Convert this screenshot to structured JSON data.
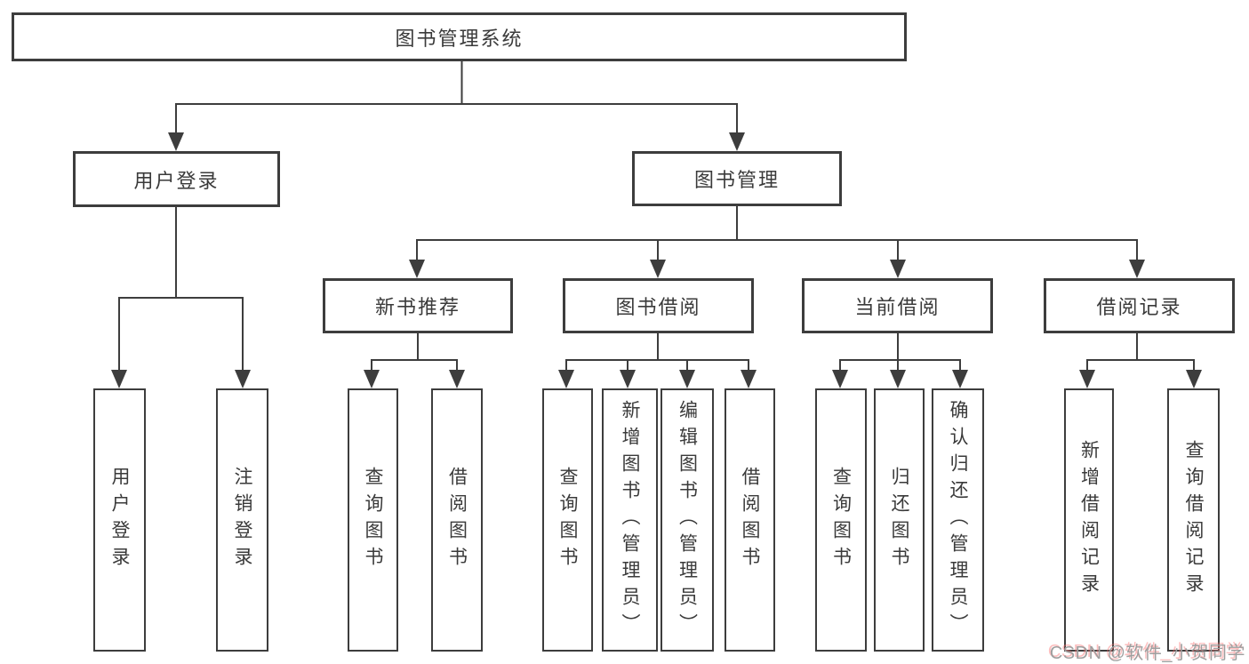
{
  "colors": {
    "line": "#3d3d3d",
    "box_border": "#3d3d3d",
    "text": "#3a3a3a",
    "background": "#ffffff",
    "watermark_text": "#9e9e9e",
    "watermark_shadow": "#fa6e6e"
  },
  "diagram": {
    "root": {
      "label": "图书管理系统"
    },
    "branches": [
      {
        "label": "用户登录",
        "children": [
          {
            "label": "用户登录"
          },
          {
            "label": "注销登录"
          }
        ]
      },
      {
        "label": "图书管理",
        "children": [
          {
            "label": "新书推荐",
            "children": [
              {
                "label": "查询图书"
              },
              {
                "label": "借阅图书"
              }
            ]
          },
          {
            "label": "图书借阅",
            "children": [
              {
                "label": "查询图书"
              },
              {
                "label": "新增图书（管理员）"
              },
              {
                "label": "编辑图书（管理员）"
              },
              {
                "label": "借阅图书"
              }
            ]
          },
          {
            "label": "当前借阅",
            "children": [
              {
                "label": "查询图书"
              },
              {
                "label": "归还图书"
              },
              {
                "label": "确认归还（管理员）"
              }
            ]
          },
          {
            "label": "借阅记录",
            "children": [
              {
                "label": "新增借阅记录"
              },
              {
                "label": "查询借阅记录"
              }
            ]
          }
        ]
      }
    ]
  },
  "watermark": {
    "text": "CSDN @软件_小贺同学"
  }
}
